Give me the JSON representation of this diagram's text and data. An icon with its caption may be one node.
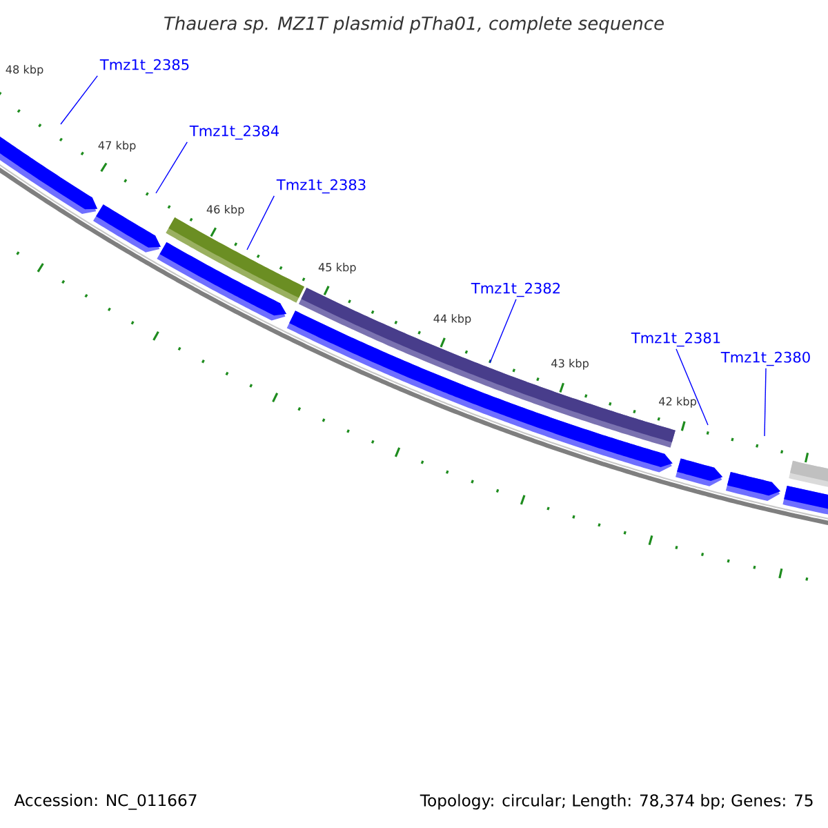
{
  "diagram": {
    "title": "Thauera sp. MZ1T plasmid pTha01, complete sequence",
    "nodes": [
      {
        "text": [
          "Tmz1t_2385"
        ]
      },
      {
        "text": [
          "Tmz1t_2384"
        ]
      },
      {
        "text": [
          "Tmz1t_2383"
        ]
      },
      {
        "text": [
          "Tmz1t_2382"
        ]
      },
      {
        "text": [
          "Tmz1t_2381"
        ]
      },
      {
        "text": [
          "Tmz1t_2380"
        ]
      }
    ],
    "edges": [
      {
        "from": 0,
        "to": null,
        "arrow": "none"
      },
      {
        "from": 1,
        "to": null,
        "arrow": "none"
      },
      {
        "from": 2,
        "to": null,
        "arrow": "none"
      },
      {
        "from": 3,
        "to": null,
        "arrow": "none"
      },
      {
        "from": 4,
        "to": null,
        "arrow": "none"
      },
      {
        "from": 5,
        "to": null,
        "arrow": "none"
      }
    ],
    "labels": [
      "48 kbp",
      "47 kbp",
      "46 kbp",
      "45 kbp",
      "44 kbp",
      "43 kbp",
      "42 kbp",
      "Accession: NC_011667",
      "Topology: circular; Length: 78,374 bp; Genes: 75"
    ]
  }
}
